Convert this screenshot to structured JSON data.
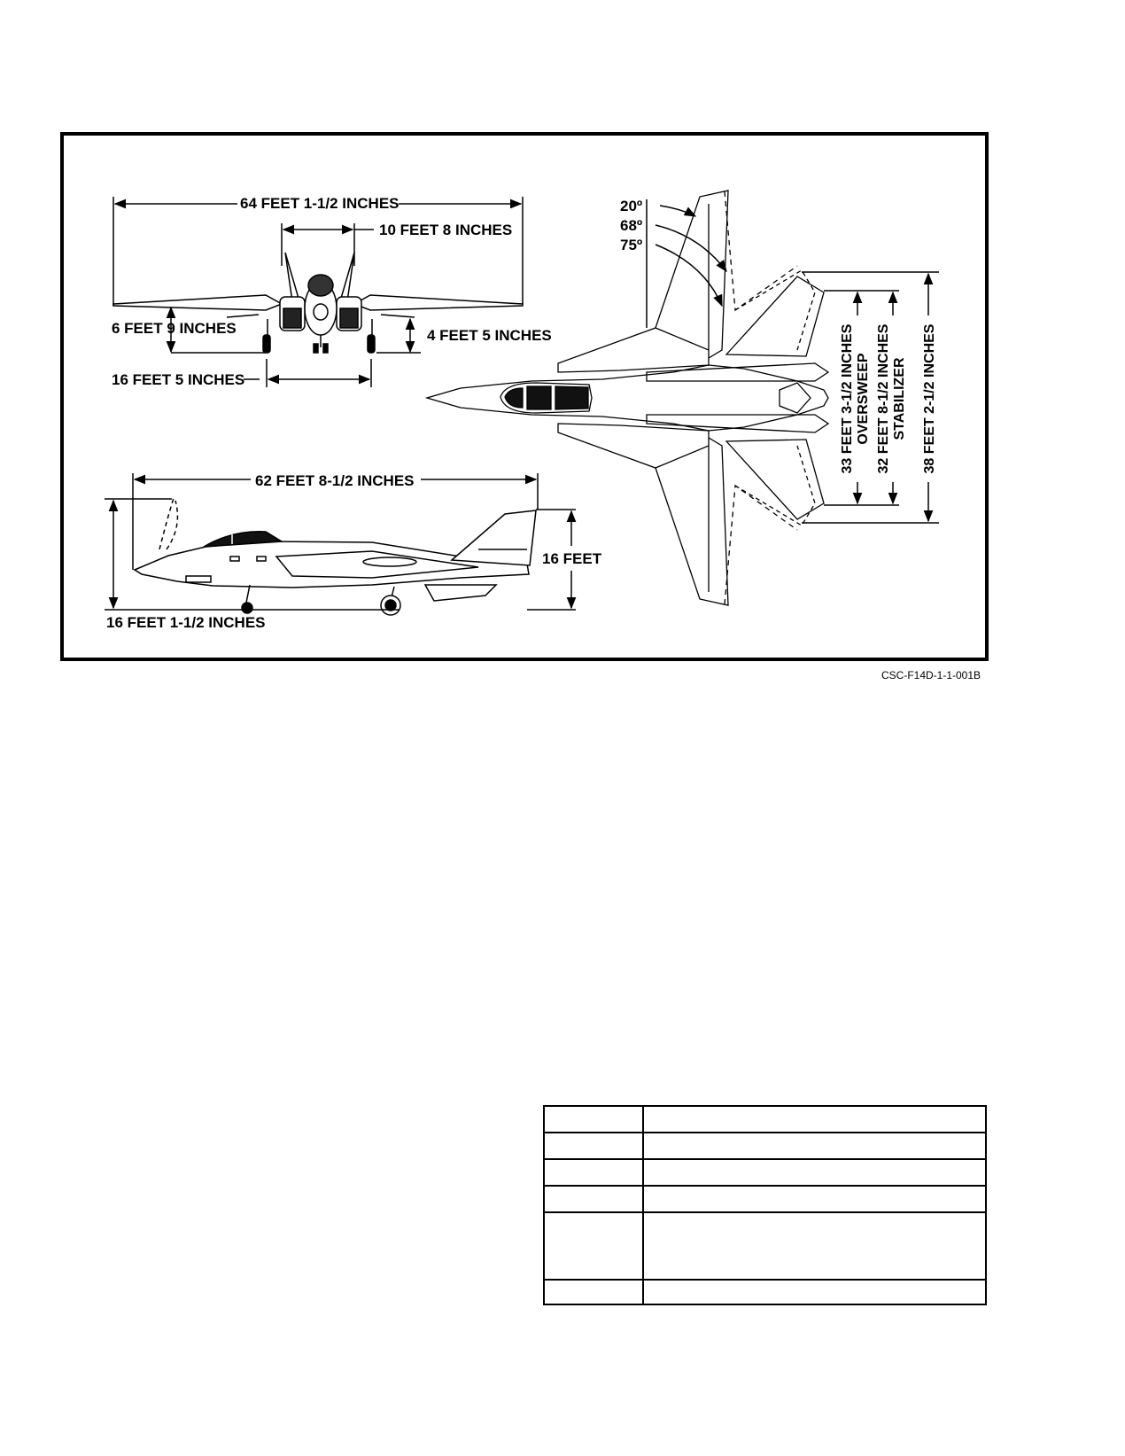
{
  "figure": {
    "front_view": {
      "span": "64 FEET 1-1/2 INCHES",
      "engine_spacing": "10 FEET 8 INCHES",
      "wingtip_height": "6 FEET 9 INCHES",
      "ground_clearance": "4 FEET 5 INCHES",
      "wheel_track": "16 FEET 5 INCHES"
    },
    "side_view": {
      "length": "62 FEET 8-1/2 INCHES",
      "height": "16 FEET",
      "canopy_open_height": "16 FEET 1-1/2 INCHES"
    },
    "top_view": {
      "sweep_angles": [
        "20º",
        "68º",
        "75º"
      ],
      "oversweep_span_line1": "33 FEET 3-1/2 INCHES",
      "oversweep_span_line2": "OVERSWEEP",
      "stabilizer_span_line1": "32 FEET 8-1/2 INCHES",
      "stabilizer_span_line2": "STABILIZER",
      "full_width": "38 FEET 2-1/2 INCHES"
    },
    "figure_id": "CSC-F14D-1-1-001B"
  },
  "table": {
    "rows": 6,
    "columns": 2
  }
}
